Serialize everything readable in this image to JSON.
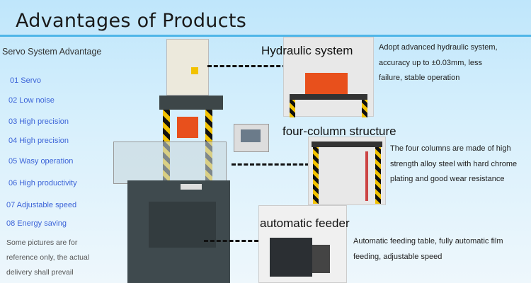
{
  "title": "Advantages of Products",
  "subtitle": "Servo System Advantage",
  "items": [
    "01 Servo",
    "02 Low noise",
    "03 High precision",
    "04 High precision",
    "05 Wasy operation",
    "06 High productivity",
    "07  Adjustable speed",
    "08 Energy saving"
  ],
  "note": "Some pictures are for reference only, the actual delivery shall prevail",
  "features": [
    {
      "heading": "Hydraulic system",
      "desc": "Adopt advanced hydraulic system, accuracy up to ±0.03mm, less failure, stable operation"
    },
    {
      "heading": "four-column structure",
      "desc": "The four columns are made of high strength alloy steel with hard chrome plating and good wear resistance"
    },
    {
      "heading": "automatic feeder",
      "desc": "Automatic feeding table, fully automatic film feeding, adjustable speed"
    }
  ],
  "colors": {
    "accent": "#4fb6e8",
    "item": "#3c64d8",
    "cylinder": "#e8501c"
  }
}
